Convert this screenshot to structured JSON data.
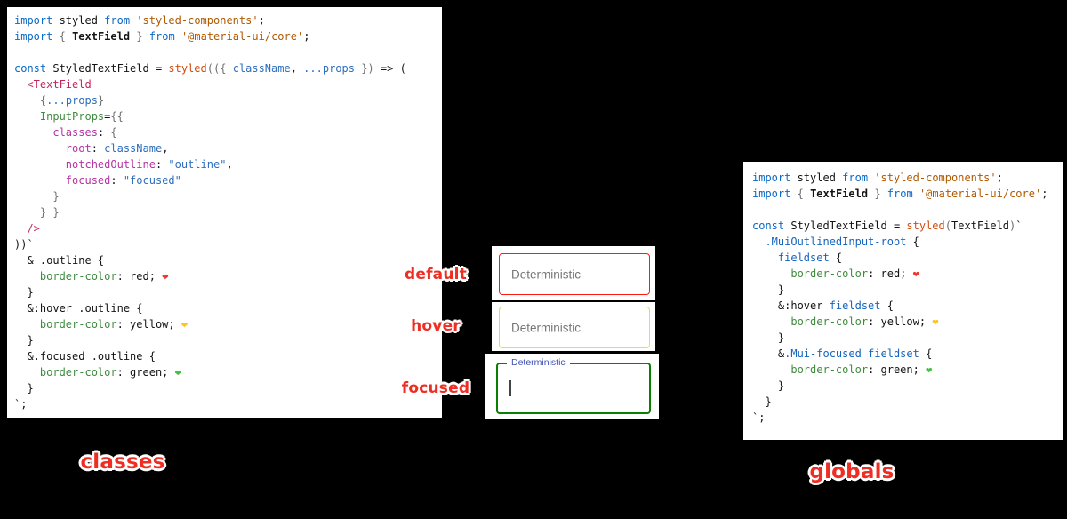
{
  "annotations": {
    "default": "default",
    "hover": "hover",
    "focused": "focused",
    "classes": "classes",
    "globals": "globals"
  },
  "textfields": {
    "default": {
      "label": "Deterministic",
      "border_color": "red"
    },
    "hover": {
      "label": "Deterministic",
      "border_color": "yellow"
    },
    "focused": {
      "label": "Deterministic",
      "border_color": "green"
    }
  },
  "colors": {
    "annotation_red": "#ee2d23",
    "border_red": "#ff1a10",
    "border_yellow": "#f2e500",
    "border_green": "#0b8000",
    "heart_red": "#f2362b",
    "heart_yellow": "#f7c52f",
    "heart_green": "#43c240",
    "notch_label_blue": "#3f51b5",
    "rest_label_gray": "#757575"
  },
  "code_left": {
    "lines": [
      [
        [
          "k",
          "import"
        ],
        [
          "pl",
          " styled "
        ],
        [
          "k",
          "from"
        ],
        [
          "pl",
          " "
        ],
        [
          "s",
          "'styled-components'"
        ],
        [
          "pl",
          ";"
        ]
      ],
      [
        [
          "k",
          "import"
        ],
        [
          "pl",
          " "
        ],
        [
          "pu",
          "{"
        ],
        [
          "pl",
          " "
        ],
        [
          "b",
          "TextField"
        ],
        [
          "pl",
          " "
        ],
        [
          "pu",
          "}"
        ],
        [
          "pl",
          " "
        ],
        [
          "k",
          "from"
        ],
        [
          "pl",
          " "
        ],
        [
          "s",
          "'@material-ui/core'"
        ],
        [
          "pl",
          ";"
        ]
      ],
      [],
      [
        [
          "k",
          "const"
        ],
        [
          "pl",
          " StyledTextField = "
        ],
        [
          "fn",
          "styled"
        ],
        [
          "pu",
          "(("
        ],
        [
          "pu",
          "{"
        ],
        [
          "pl",
          " "
        ],
        [
          "id",
          "className"
        ],
        [
          "pl",
          ", "
        ],
        [
          "id",
          "...props"
        ],
        [
          "pl",
          " "
        ],
        [
          "pu",
          "}"
        ],
        [
          "pu",
          ")"
        ],
        [
          "pl",
          " => ("
        ]
      ],
      [
        [
          "pl",
          "  "
        ],
        [
          "cm",
          "<TextField"
        ]
      ],
      [
        [
          "pl",
          "    "
        ],
        [
          "pu",
          "{"
        ],
        [
          "id",
          "...props"
        ],
        [
          "pu",
          "}"
        ]
      ],
      [
        [
          "pl",
          "    "
        ],
        [
          "g",
          "InputProps"
        ],
        [
          "pl",
          "="
        ],
        [
          "pu",
          "{{"
        ]
      ],
      [
        [
          "pl",
          "      "
        ],
        [
          "key",
          "classes"
        ],
        [
          "pl",
          ": "
        ],
        [
          "pu",
          "{"
        ]
      ],
      [
        [
          "pl",
          "        "
        ],
        [
          "key",
          "root"
        ],
        [
          "pl",
          ": "
        ],
        [
          "id",
          "className"
        ],
        [
          "pl",
          ","
        ]
      ],
      [
        [
          "pl",
          "        "
        ],
        [
          "key",
          "notchedOutline"
        ],
        [
          "pl",
          ": "
        ],
        [
          "sb",
          "\"outline\""
        ],
        [
          "pl",
          ","
        ]
      ],
      [
        [
          "pl",
          "        "
        ],
        [
          "key",
          "focused"
        ],
        [
          "pl",
          ": "
        ],
        [
          "sb",
          "\"focused\""
        ]
      ],
      [
        [
          "pl",
          "      "
        ],
        [
          "pu",
          "}"
        ]
      ],
      [
        [
          "pl",
          "    "
        ],
        [
          "pu",
          "} }"
        ]
      ],
      [
        [
          "pl",
          "  "
        ],
        [
          "cm",
          "/>"
        ]
      ],
      [
        [
          "pl",
          "))`"
        ]
      ],
      [
        [
          "pl",
          "  & .outline {"
        ]
      ],
      [
        [
          "pl",
          "    "
        ],
        [
          "cp",
          "border-color"
        ],
        [
          "pl",
          ": red; "
        ],
        [
          "hr",
          "❤"
        ]
      ],
      [
        [
          "pl",
          "  }"
        ]
      ],
      [
        [
          "pl",
          "  &:hover .outline {"
        ]
      ],
      [
        [
          "pl",
          "    "
        ],
        [
          "cp",
          "border-color"
        ],
        [
          "pl",
          ": yellow; "
        ],
        [
          "hy",
          "❤"
        ]
      ],
      [
        [
          "pl",
          "  }"
        ]
      ],
      [
        [
          "pl",
          "  &.focused .outline {"
        ]
      ],
      [
        [
          "pl",
          "    "
        ],
        [
          "cp",
          "border-color"
        ],
        [
          "pl",
          ": green; "
        ],
        [
          "hg",
          "❤"
        ]
      ],
      [
        [
          "pl",
          "  }"
        ]
      ],
      [
        [
          "pl",
          "`;"
        ]
      ]
    ]
  },
  "code_right": {
    "lines": [
      [
        [
          "k",
          "import"
        ],
        [
          "pl",
          " styled "
        ],
        [
          "k",
          "from"
        ],
        [
          "pl",
          " "
        ],
        [
          "s",
          "'styled-components'"
        ],
        [
          "pl",
          ";"
        ]
      ],
      [
        [
          "k",
          "import"
        ],
        [
          "pl",
          " "
        ],
        [
          "pu",
          "{"
        ],
        [
          "pl",
          " "
        ],
        [
          "b",
          "TextField"
        ],
        [
          "pl",
          " "
        ],
        [
          "pu",
          "}"
        ],
        [
          "pl",
          " "
        ],
        [
          "k",
          "from"
        ],
        [
          "pl",
          " "
        ],
        [
          "s",
          "'@material-ui/core'"
        ],
        [
          "pl",
          ";"
        ]
      ],
      [],
      [
        [
          "k",
          "const"
        ],
        [
          "pl",
          " StyledTextField = "
        ],
        [
          "fn",
          "styled"
        ],
        [
          "pu",
          "("
        ],
        [
          "pl",
          "TextField"
        ],
        [
          "pu",
          ")"
        ],
        [
          "pl",
          "`"
        ]
      ],
      [
        [
          "pl",
          "  "
        ],
        [
          "sel",
          ".MuiOutlinedInput-root"
        ],
        [
          "pl",
          " {"
        ]
      ],
      [
        [
          "pl",
          "    "
        ],
        [
          "sel",
          "fieldset"
        ],
        [
          "pl",
          " {"
        ]
      ],
      [
        [
          "pl",
          "      "
        ],
        [
          "cp",
          "border-color"
        ],
        [
          "pl",
          ": red; "
        ],
        [
          "hr",
          "❤"
        ]
      ],
      [
        [
          "pl",
          "    }"
        ]
      ],
      [
        [
          "pl",
          "    &:hover "
        ],
        [
          "sel",
          "fieldset"
        ],
        [
          "pl",
          " {"
        ]
      ],
      [
        [
          "pl",
          "      "
        ],
        [
          "cp",
          "border-color"
        ],
        [
          "pl",
          ": yellow; "
        ],
        [
          "hy",
          "❤"
        ]
      ],
      [
        [
          "pl",
          "    }"
        ]
      ],
      [
        [
          "pl",
          "    &"
        ],
        [
          "sel",
          ".Mui-focused"
        ],
        [
          "pl",
          " "
        ],
        [
          "sel",
          "fieldset"
        ],
        [
          "pl",
          " {"
        ]
      ],
      [
        [
          "pl",
          "      "
        ],
        [
          "cp",
          "border-color"
        ],
        [
          "pl",
          ": green; "
        ],
        [
          "hg",
          "❤"
        ]
      ],
      [
        [
          "pl",
          "    }"
        ]
      ],
      [
        [
          "pl",
          "  }"
        ]
      ],
      [
        [
          "pl",
          "`;"
        ]
      ]
    ]
  }
}
